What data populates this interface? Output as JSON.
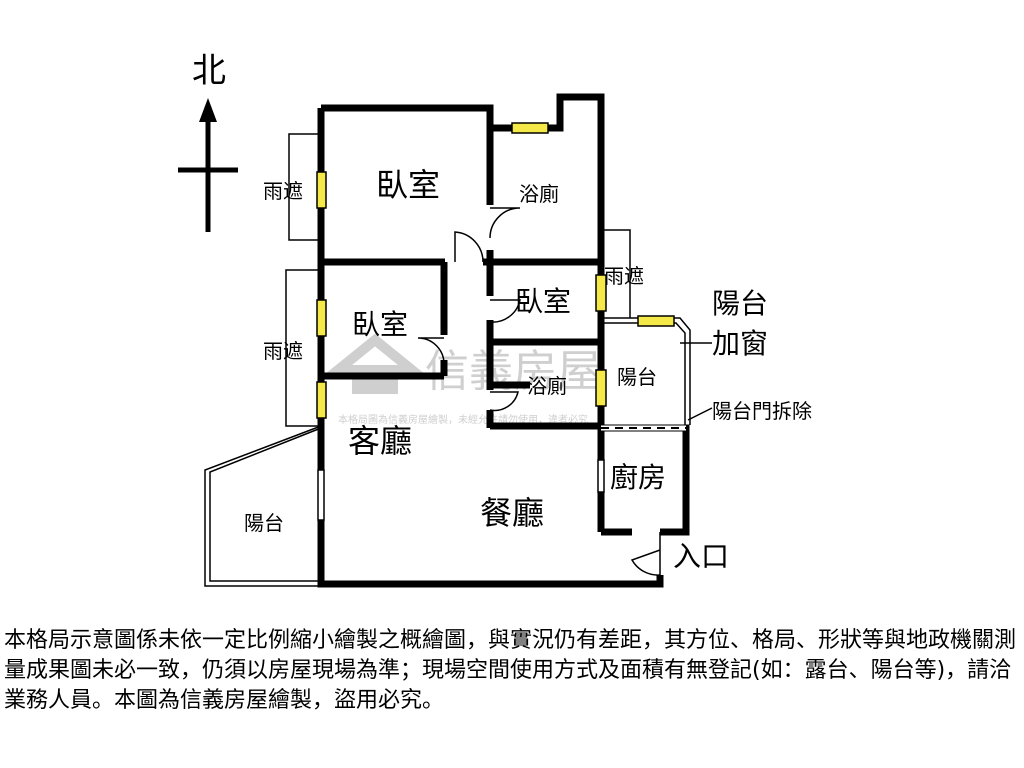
{
  "north_label": "北",
  "rooms": {
    "bedroom_1": "臥室",
    "bathroom_1": "浴廁",
    "bedroom_2": "臥室",
    "bedroom_3": "臥室",
    "bathroom_2": "浴廁",
    "living_room": "客廳",
    "dining_room": "餐廳",
    "kitchen": "廚房",
    "balcony_west": "陽台",
    "balcony_east": "陽台"
  },
  "annotations": {
    "awning_1": "雨遮",
    "awning_2": "雨遮",
    "awning_3": "雨遮",
    "balcony_window_line1": "陽台",
    "balcony_window_line2": "加窗",
    "balcony_door_removed": "陽台門拆除",
    "entrance": "入口"
  },
  "watermark": {
    "brand": "信義房屋",
    "subtext": "本格局圖為信義房屋繪製，未經允許請勿使用，違者必究"
  },
  "disclaimer": "本格局示意圖係未依一定比例縮小繪製之概繪圖，與實況仍有差距，其方位、格局、形狀等與地政機關測量成果圖未必一致，仍須以房屋現場為準；現場空間使用方式及面積有無登記(如：露台、陽台等)，請洽業務人員。本圖為信義房屋繪製，盜用必究。",
  "colors": {
    "wall": "#000000",
    "window_fill": "#f5e94a",
    "watermark": "#cfcfcf"
  }
}
